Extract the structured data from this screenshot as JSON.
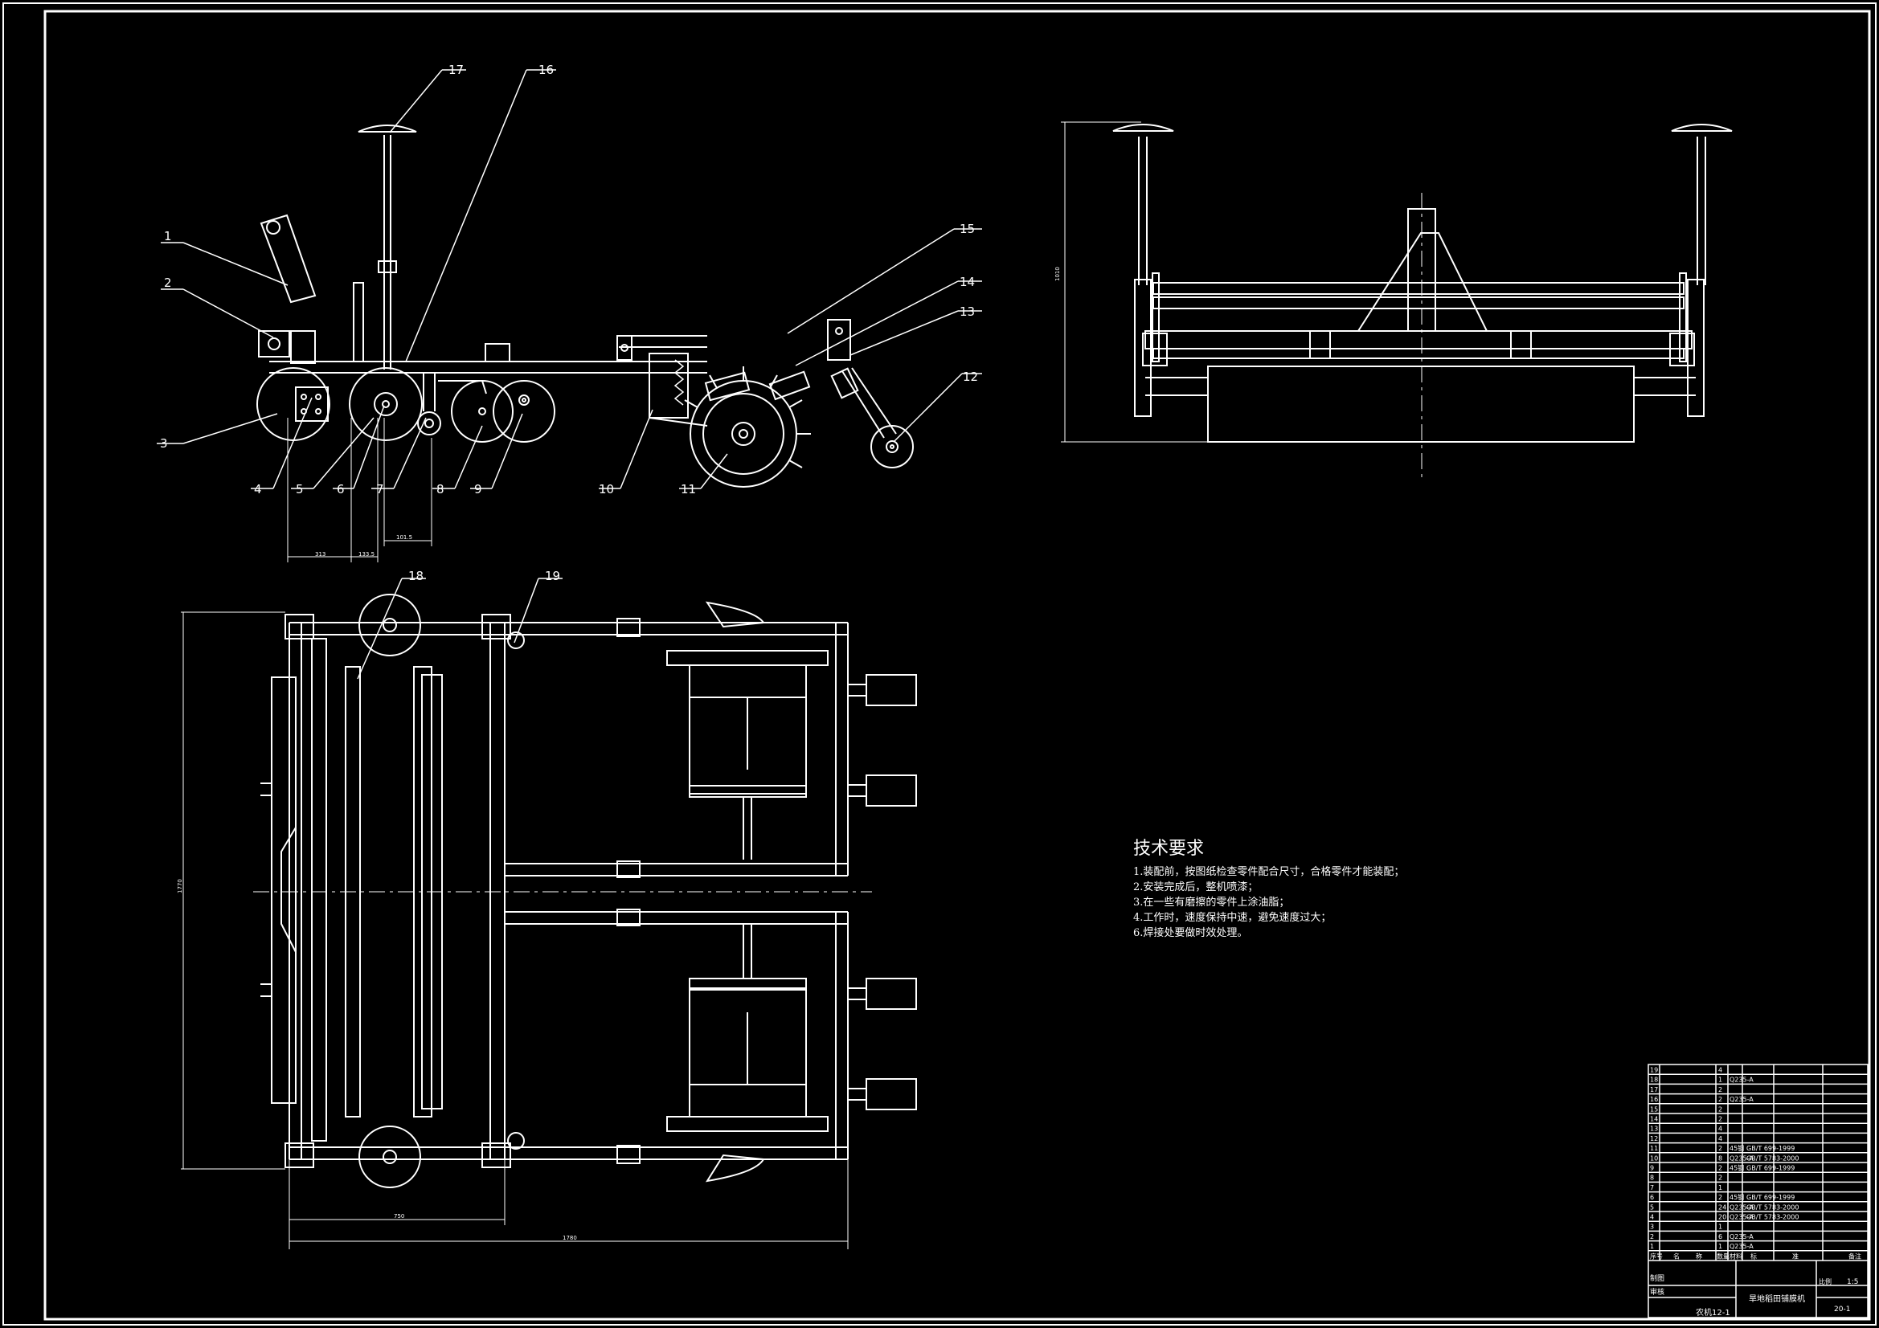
{
  "side_view": {
    "callouts": [
      "1",
      "2",
      "3",
      "4",
      "5",
      "6",
      "7",
      "8",
      "9",
      "10",
      "11",
      "12",
      "13",
      "14",
      "15",
      "16",
      "17"
    ],
    "dims": [
      "313",
      "133.5",
      "101.5"
    ]
  },
  "front_view": {
    "dims": [
      "1010"
    ]
  },
  "plan_view": {
    "callouts": [
      "18",
      "19"
    ],
    "dims": [
      "1770",
      "750",
      "1780"
    ]
  },
  "tech_requirements": {
    "title": "技术要求",
    "items": [
      "1.装配前，按图纸检查零件配合尺寸，合格零件才能装配；",
      "2.安装完成后，整机喷漆；",
      "3.在一些有磨擦的零件上涂油脂；",
      "4.工作时，速度保持中速，避免速度过大；",
      "6.焊接处要做时效处理。"
    ]
  },
  "bom": {
    "rows": [
      {
        "no": "19",
        "name": "",
        "qty": "4",
        "mat": "",
        "std": ""
      },
      {
        "no": "18",
        "name": "",
        "qty": "1",
        "mat": "Q235-A",
        "std": ""
      },
      {
        "no": "17",
        "name": "",
        "qty": "2",
        "mat": "",
        "std": ""
      },
      {
        "no": "16",
        "name": "",
        "qty": "2",
        "mat": "Q235-A",
        "std": ""
      },
      {
        "no": "15",
        "name": "",
        "qty": "2",
        "mat": "",
        "std": ""
      },
      {
        "no": "14",
        "name": "",
        "qty": "2",
        "mat": "",
        "std": ""
      },
      {
        "no": "13",
        "name": "",
        "qty": "4",
        "mat": "",
        "std": ""
      },
      {
        "no": "12",
        "name": "",
        "qty": "4",
        "mat": "",
        "std": ""
      },
      {
        "no": "11",
        "name": "",
        "qty": "2",
        "mat": "45钢",
        "std": "GB/T 699-1999"
      },
      {
        "no": "10",
        "name": "",
        "qty": "8",
        "mat": "Q235-A",
        "std": "GB/T 5783-2000"
      },
      {
        "no": "9",
        "name": "",
        "qty": "2",
        "mat": "45钢",
        "std": "GB/T 699-1999"
      },
      {
        "no": "8",
        "name": "",
        "qty": "2",
        "mat": "",
        "std": ""
      },
      {
        "no": "7",
        "name": "",
        "qty": "1",
        "mat": "",
        "std": ""
      },
      {
        "no": "6",
        "name": "",
        "qty": "2",
        "mat": "45钢",
        "std": "GB/T 699-1999"
      },
      {
        "no": "5",
        "name": "",
        "qty": "24",
        "mat": "Q235-A",
        "std": "GB/T 5783-2000"
      },
      {
        "no": "4",
        "name": "",
        "qty": "20",
        "mat": "Q235-A",
        "std": "GB/T 5783-2000"
      },
      {
        "no": "3",
        "name": "",
        "qty": "1",
        "mat": "",
        "std": ""
      },
      {
        "no": "2",
        "name": "",
        "qty": "6",
        "mat": "Q235-A",
        "std": ""
      },
      {
        "no": "1",
        "name": "",
        "qty": "1",
        "mat": "Q235-A",
        "std": ""
      }
    ],
    "header": [
      "序号",
      "名",
      "称",
      "数量",
      "材料",
      "标",
      "准",
      "备注"
    ],
    "title_block": {
      "product": "旱地稻田铺膜机",
      "scale_label": "比例",
      "scale": "1:5",
      "drawn_label": "制图",
      "check_label": "审核",
      "sheet": "20-1",
      "org": "农机12-1"
    }
  }
}
